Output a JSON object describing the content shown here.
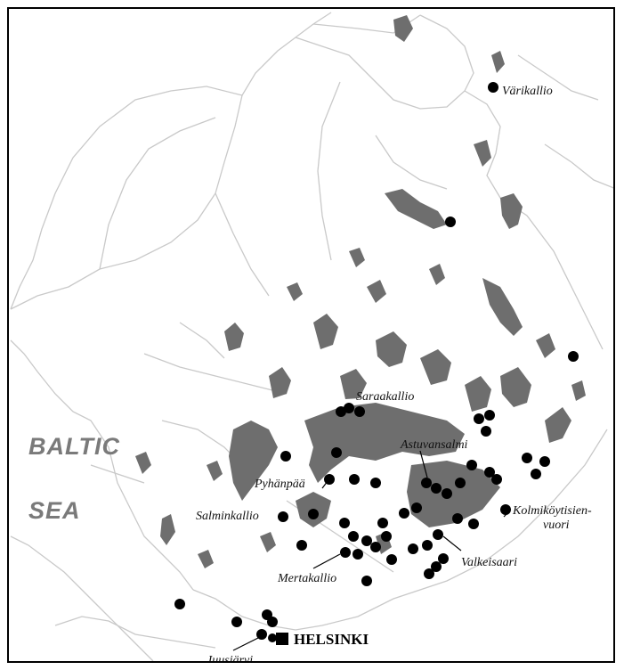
{
  "map": {
    "sea_labels": [
      "BALTIC",
      "SEA"
    ],
    "sites": {
      "varikallio": "Värikallio",
      "saraakallio": "Saraakallio",
      "astuvansalmi": "Astuvansalmi",
      "pyhanpaa": "Pyhänpää",
      "salminkallio": "Salminkallio",
      "kolmikoytisien_1": "Kolmiköytisien-",
      "kolmikoytisien_2": "vuori",
      "valkeisaari": "Valkeisaari",
      "mertakallio": "Mertakallio",
      "juusjarvi": "Juusjärvi"
    },
    "capital": "HELSINKI",
    "colors": {
      "lakes": "#6e6e6e",
      "border": "#c9c9c9",
      "sites": "#000000"
    }
  }
}
